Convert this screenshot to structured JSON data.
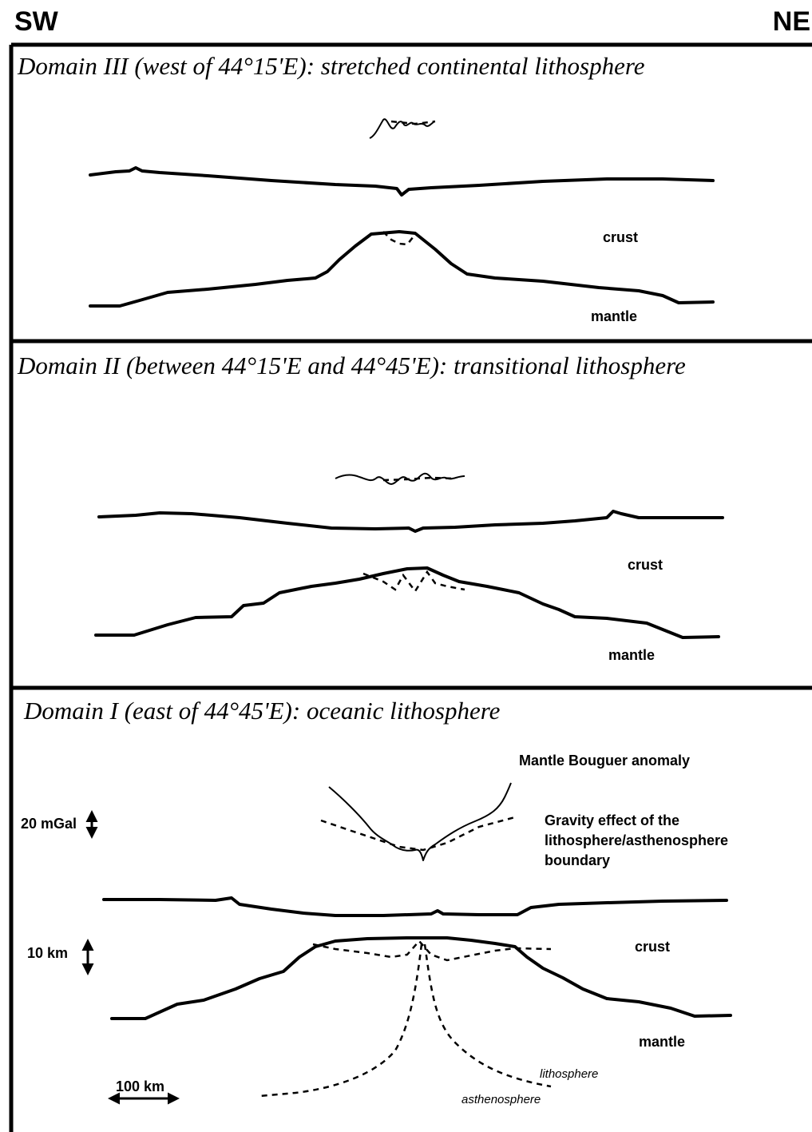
{
  "directions": {
    "left": "SW",
    "right": "NE"
  },
  "domains": [
    {
      "title": "Domain III (west of 44°15'E): stretched continental lithosphere",
      "labels": {
        "crust": "crust",
        "mantle": "mantle"
      }
    },
    {
      "title": "Domain II (between 44°15'E and 44°45'E): transitional lithosphere",
      "labels": {
        "crust": "crust",
        "mantle": "mantle"
      }
    },
    {
      "title": "Domain I (east of 44°45'E): oceanic lithosphere",
      "labels": {
        "mantle_bouguer": "Mantle Bouguer anomaly",
        "gravity_line1": "Gravity effect of the",
        "gravity_line2": "lithosphere/asthenosphere",
        "gravity_line3": "boundary",
        "crust": "crust",
        "mantle": "mantle",
        "lithosphere": "lithosphere",
        "asthenosphere": "asthenosphere"
      },
      "scales": {
        "gravity": "20 mGal",
        "depth": "10 km",
        "distance": "100 km"
      }
    }
  ]
}
